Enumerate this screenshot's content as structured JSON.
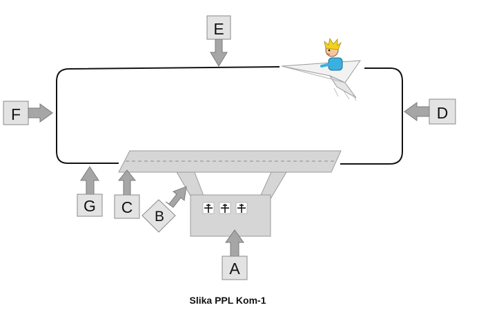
{
  "caption": "Slika PPL Kom-1",
  "labels": {
    "a": "A",
    "b": "B",
    "c": "C",
    "d": "D",
    "e": "E",
    "f": "F",
    "g": "G"
  },
  "colors": {
    "box_fill": "#e3e3e3",
    "box_stroke": "#8a8a8a",
    "arrow_fill": "#a6a6a6",
    "circuit_stroke": "#111111",
    "pavement_fill": "#d6d6d6",
    "pilot_shirt": "#3ab0e0",
    "pilot_hair": "#f2d21e",
    "pilot_skin": "#f6c79b"
  },
  "icons": {
    "aircraft": "parked-aircraft-icon",
    "pilot": "paper-plane-pilot-icon"
  }
}
